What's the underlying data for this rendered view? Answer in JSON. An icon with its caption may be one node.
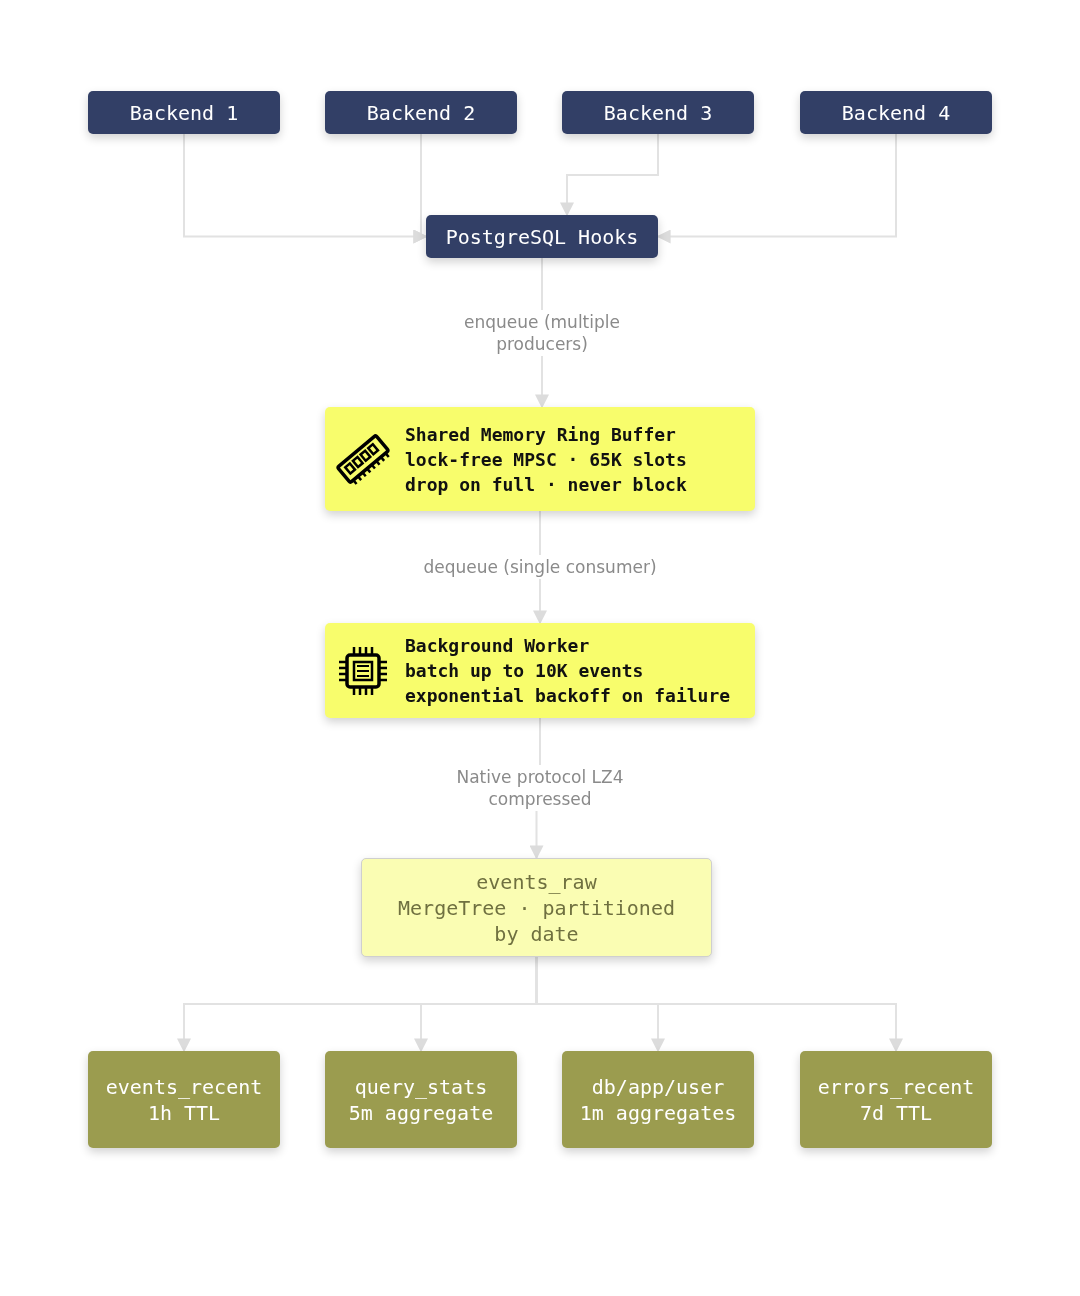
{
  "diagram": {
    "nodes": [
      {
        "text": [
          "Backend 1"
        ]
      },
      {
        "text": [
          "Backend 2"
        ]
      },
      {
        "text": [
          "Backend 3"
        ]
      },
      {
        "text": [
          "Backend 4"
        ]
      },
      {
        "text": [
          "PostgreSQL Hooks"
        ]
      },
      {
        "text": [
          "Shared Memory Ring Buffer",
          "lock-free MPSC · 65K slots",
          "drop on full · never block"
        ]
      },
      {
        "text": [
          "Background Worker",
          "batch up to 10K events",
          "exponential backoff on failure"
        ]
      },
      {
        "text": [
          "events_raw",
          "MergeTree · partitioned by date"
        ]
      },
      {
        "text": [
          "events_recent",
          "1h TTL"
        ]
      },
      {
        "text": [
          "query_stats",
          "5m aggregate"
        ]
      },
      {
        "text": [
          "db/app/user",
          "1m aggregates"
        ]
      },
      {
        "text": [
          "errors_recent",
          "7d TTL"
        ]
      }
    ],
    "edges": [
      {
        "from": 0,
        "to": 4,
        "arrow": "to"
      },
      {
        "from": 1,
        "to": 4,
        "arrow": "to"
      },
      {
        "from": 2,
        "to": 4,
        "arrow": "to"
      },
      {
        "from": 3,
        "to": 4,
        "arrow": "to"
      },
      {
        "from": 4,
        "to": 5,
        "arrow": "to",
        "label": "enqueue (multiple producers)"
      },
      {
        "from": 5,
        "to": 6,
        "arrow": "to",
        "label": "dequeue (single consumer)"
      },
      {
        "from": 6,
        "to": 7,
        "arrow": "to",
        "label": "Native protocol LZ4 compressed"
      },
      {
        "from": 7,
        "to": 8,
        "arrow": "to"
      },
      {
        "from": 7,
        "to": 9,
        "arrow": "to"
      },
      {
        "from": 7,
        "to": 10,
        "arrow": "to"
      },
      {
        "from": 7,
        "to": 11,
        "arrow": "to"
      }
    ]
  }
}
